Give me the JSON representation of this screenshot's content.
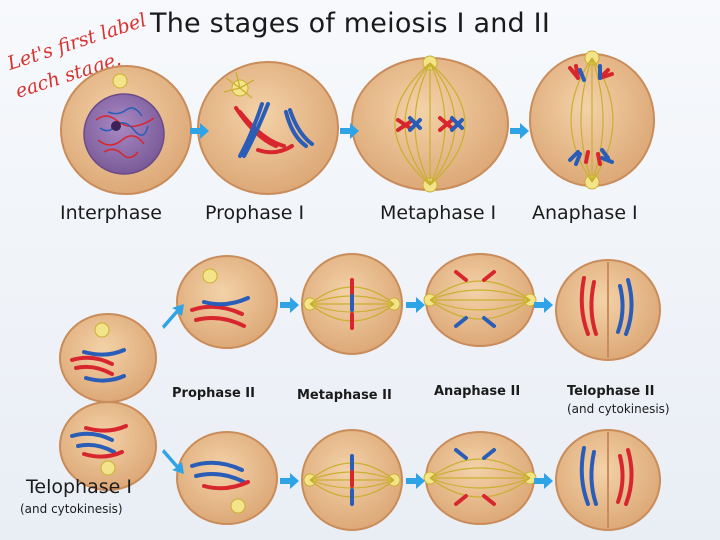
{
  "title": "The stages of meiosis I and II",
  "note": {
    "line1": "Let's first label",
    "line2": "each stage."
  },
  "stages_row1": [
    "Interphase",
    "Prophase I",
    "Metaphase I",
    "Anaphase I"
  ],
  "stages_row2": {
    "prophase2": "Prophase II",
    "metaphase2": "Metaphase II",
    "anaphase2": "Anaphase II",
    "telophase2": "Telophase II",
    "telophase2_sub": "(and cytokinesis)"
  },
  "telophase1": {
    "label": "Telophase I",
    "sub": "(and cytokinesis)"
  },
  "colors": {
    "cell_fill": "#e8b98a",
    "cell_edge": "#c98c5a",
    "spindle": "#c9b030",
    "chrom_red": "#d8262f",
    "chrom_blue": "#2a5db8",
    "arrow": "#2ea3e6",
    "nucleus": "#8e6aa8"
  }
}
